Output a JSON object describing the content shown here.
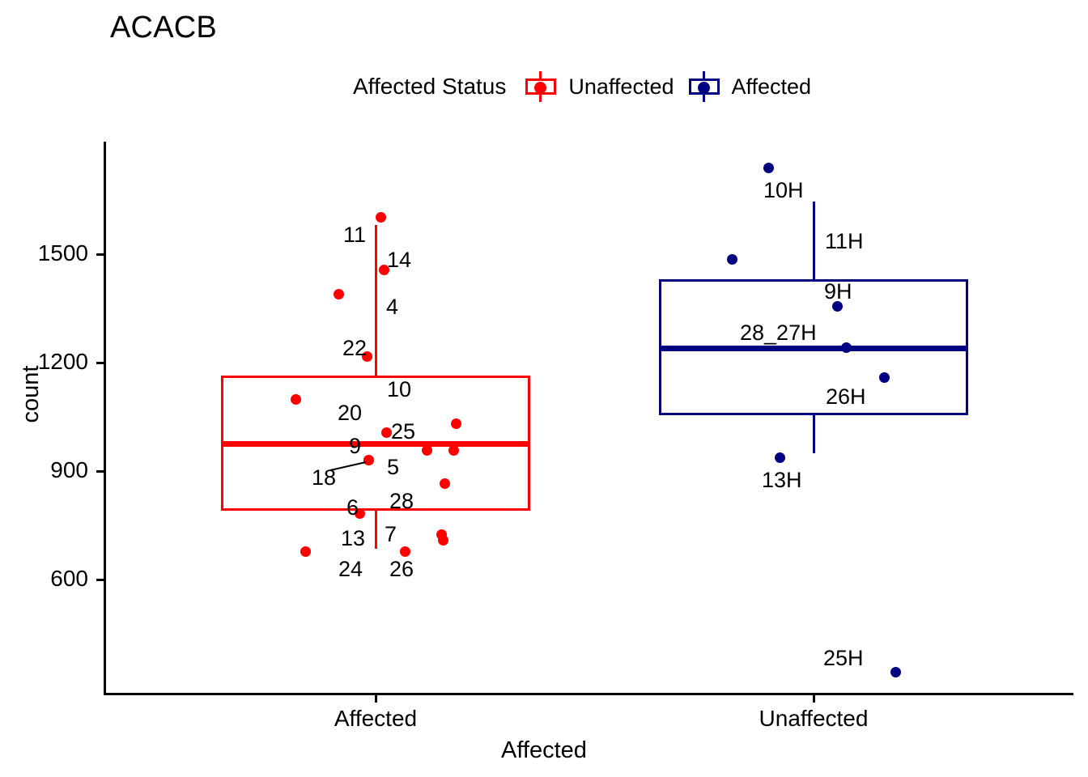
{
  "title": "ACACB",
  "colors": {
    "unaffected": "#FF0000",
    "affected": "#000080",
    "axis": "#000000"
  },
  "legend": {
    "title": "Affected Status",
    "items": [
      {
        "label": "Unaffected",
        "color": "#FF0000",
        "icon": "boxplot-key-icon"
      },
      {
        "label": "Affected",
        "color": "#000080",
        "icon": "boxplot-key-icon"
      }
    ]
  },
  "axes": {
    "x": {
      "title": "Affected",
      "ticks": [
        "Affected",
        "Unaffected"
      ]
    },
    "y": {
      "title": "count",
      "ticks": [
        600,
        900,
        1200,
        1500
      ],
      "range": [
        380,
        1690
      ]
    }
  },
  "chart_data": {
    "type": "box",
    "title": "ACACB",
    "xlabel": "Affected",
    "ylabel": "count",
    "categories": [
      "Affected",
      "Unaffected"
    ],
    "ylim": [
      380,
      1690
    ],
    "grid": false,
    "legend_position": "top",
    "legend_title": "Affected Status",
    "series": [
      {
        "name": "Affected",
        "legend_name": "Unaffected",
        "color": "#FF0000",
        "box": {
          "q1": 790,
          "median": 975,
          "q3": 1165,
          "whisker_low": 685,
          "whisker_high": 1580
        },
        "points": [
          {
            "label": "11",
            "value": 1580
          },
          {
            "label": "14",
            "value": 1455
          },
          {
            "label": "4",
            "value": 1390
          },
          {
            "label": "22",
            "value": 1220
          },
          {
            "label": "20",
            "value": 1110
          },
          {
            "label": "25",
            "value": 1018
          },
          {
            "label": "10",
            "value": 1165
          },
          {
            "label": "9",
            "value": 1045
          },
          {
            "label": "5",
            "value": 960
          },
          {
            "label": "18",
            "value": 945
          },
          {
            "label": "28",
            "value": 888
          },
          {
            "label": "6",
            "value": 800
          },
          {
            "label": "13",
            "value": 730
          },
          {
            "label": "7",
            "value": 725
          },
          {
            "label": "24",
            "value": 705
          },
          {
            "label": "26",
            "value": 700
          }
        ]
      },
      {
        "name": "Unaffected",
        "legend_name": "Affected",
        "color": "#000080",
        "box": {
          "q1": 1055,
          "median": 1240,
          "q3": 1430,
          "whisker_low": 950,
          "whisker_high": 1645
        },
        "points": [
          {
            "label": "10H",
            "value": 1645
          },
          {
            "label": "11H",
            "value": 1490
          },
          {
            "label": "9H",
            "value": 1355
          },
          {
            "label": "28_27H",
            "value": 1240
          },
          {
            "label": "26H",
            "value": 1165
          },
          {
            "label": "13H",
            "value": 950
          },
          {
            "label": "25H",
            "value": 430
          }
        ]
      }
    ]
  }
}
